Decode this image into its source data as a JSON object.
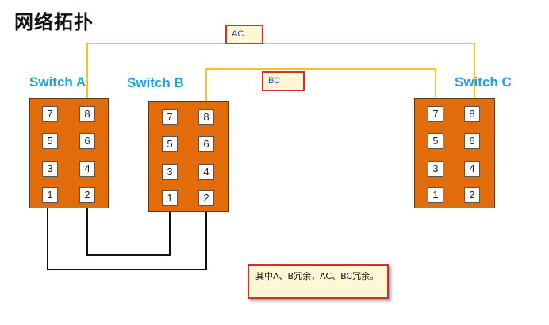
{
  "title": "网络拓扑",
  "colors": {
    "switch_fill": "#e36c0a",
    "label_color": "#1aa3e0",
    "yellow_link": "#f5c51f",
    "black_link": "#111111",
    "tag_border": "#d0302c",
    "tag_fill": "#fff7d6",
    "tag_text": "#1a4fb8"
  },
  "switches": [
    {
      "label": "Switch A",
      "ports": [
        "7",
        "8",
        "5",
        "6",
        "3",
        "4",
        "1",
        "2"
      ]
    },
    {
      "label": "Switch B",
      "ports": [
        "7",
        "8",
        "5",
        "6",
        "3",
        "4",
        "1",
        "2"
      ]
    },
    {
      "label": "Switch C",
      "ports": [
        "7",
        "8",
        "5",
        "6",
        "3",
        "4",
        "1",
        "2"
      ]
    }
  ],
  "links": {
    "ac": "AC",
    "bc": "BC"
  },
  "note": "其中A、B冗余，AC、BC冗余。"
}
